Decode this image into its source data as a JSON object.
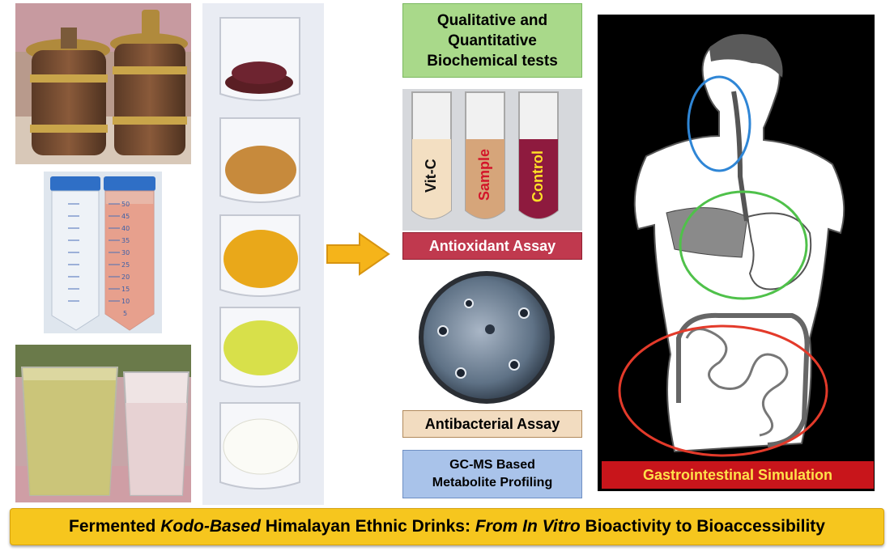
{
  "tests": {
    "biochemical": [
      "Qualitative and",
      "Quantitative",
      "Biochemical tests"
    ]
  },
  "antioxidant": {
    "tubes": [
      "Vit-C",
      "Sample",
      "Control"
    ],
    "label": "Antioxidant Assay"
  },
  "antibacterial": {
    "label": "Antibacterial Assay"
  },
  "gcms": {
    "line1": "GC-MS Based",
    "line2": "Metabolite Profiling"
  },
  "gastro": {
    "label": "Gastrointestinal Simulation"
  },
  "banner": {
    "p1": "Fermented ",
    "p2": "Kodo-Based",
    "p3": " Himalayan Ethnic Drinks: ",
    "p4": "From In Vitro",
    "p5": " Bioactivity to Bioaccessibility"
  },
  "tube_scale": [
    "50",
    "45",
    "40",
    "35",
    "30",
    "25",
    "20",
    "15",
    "10",
    "5"
  ],
  "colors": {
    "title_box": "#a9d98a",
    "antioxidant_label": "#c0394e",
    "antibacterial_label": "#f2dcc0",
    "gcms_label": "#a9c3ea",
    "gi_label": "#c8151b",
    "banner": "#f6c61e",
    "arrow": "#f5b41a"
  }
}
